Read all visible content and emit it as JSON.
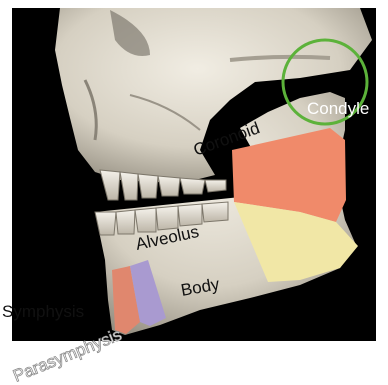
{
  "labels": {
    "condyle": "Condyle",
    "coronoid": "Coronoid",
    "alveolus": "Alveolus",
    "body": "Body",
    "symphysis": "Symphysis",
    "parasymphysis": "Parasymphysis"
  },
  "colors": {
    "background": "#000000",
    "bone": "#e2ddd0",
    "bone_shadow": "#a9a294",
    "ramus_region": "#f08a6a",
    "body_region": "#f1e7a6",
    "parasymphysis_region": "#e0876e",
    "symphysis_region": "#a99ad0",
    "condyle_circle": "#5cb23a"
  }
}
